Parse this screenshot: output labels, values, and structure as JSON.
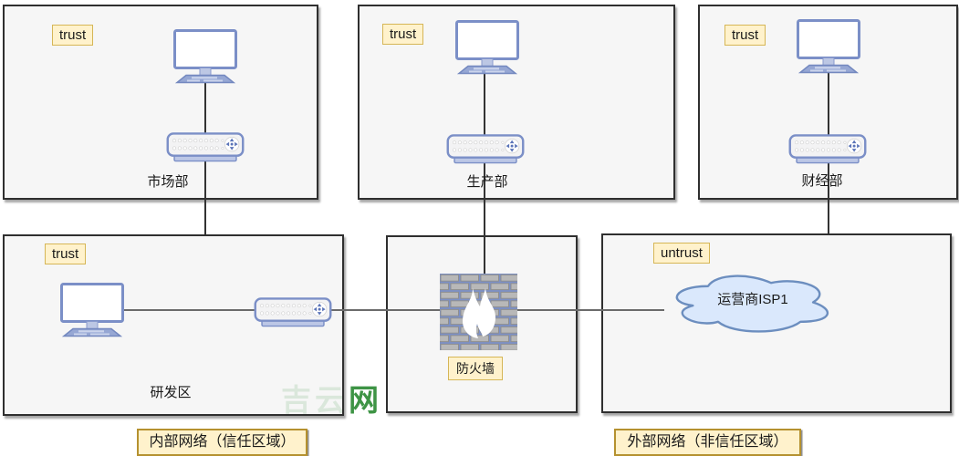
{
  "zones": [
    {
      "tag": "trust",
      "label": "市场部"
    },
    {
      "tag": "trust",
      "label": "生产部"
    },
    {
      "tag": "trust",
      "label": "财经部"
    },
    {
      "tag": "trust",
      "label": "研发区"
    },
    {
      "label": "防火墙"
    },
    {
      "tag": "untrust",
      "label": "运营商ISP1"
    }
  ],
  "footer": {
    "internal": "内部网络（信任区域）",
    "external": "外部网络（非信任区域）"
  },
  "watermark": {
    "text": "吉云网",
    "color": "#2E8C36"
  },
  "icons": {
    "computer": "desktop-computer-icon",
    "switch": "network-switch-icon",
    "firewall": "firewall-brick-flame-icon",
    "cloud": "isp-cloud-icon"
  },
  "colors": {
    "zone_box_fill": "#F5F5F5",
    "zone_box_border": "#2F2F2F",
    "note_fill": "#FFF2CC",
    "note_border": "#D6B656",
    "icon_blue": "#7B8FC7",
    "cloud_fill": "#DAE8FC",
    "cloud_border": "#6C8EBF",
    "firewall_mortar": "#7C90C6",
    "firewall_brick": "#B8B8B8"
  }
}
